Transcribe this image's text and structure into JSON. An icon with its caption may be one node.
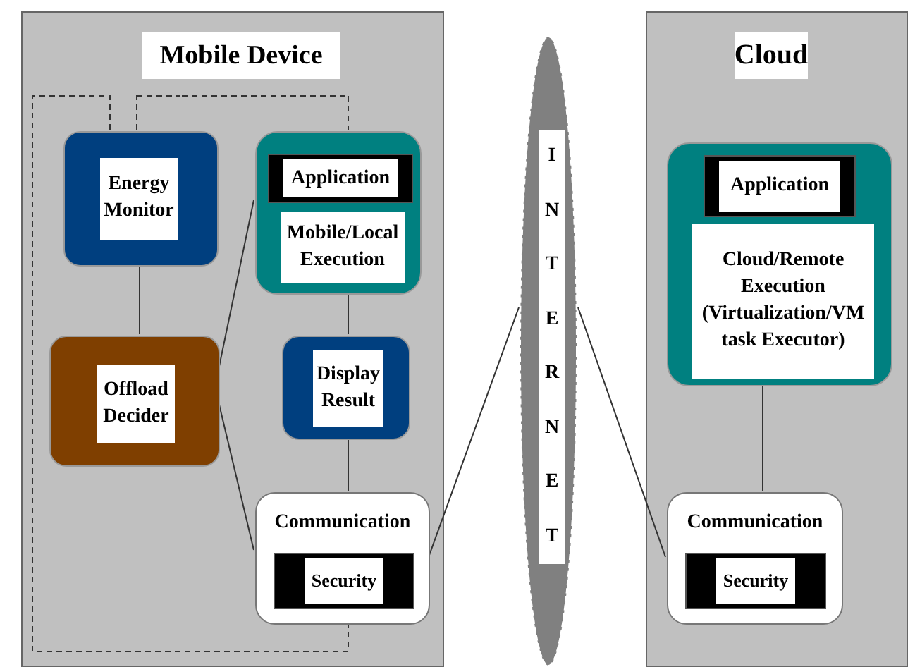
{
  "diagram": {
    "nodes": [
      {
        "text": [
          "Mobile Device"
        ]
      },
      {
        "text": [
          "Energy Monitor"
        ],
        "in": 0
      },
      {
        "text": [
          "Application",
          "Mobile/Local Execution"
        ],
        "in": 0
      },
      {
        "text": [
          "Offload Decider"
        ],
        "in": 0
      },
      {
        "text": [
          "Display Result"
        ],
        "in": 0
      },
      {
        "text": [
          "Communication",
          "Security"
        ],
        "in": 0
      },
      {
        "text": [
          "INTERNET"
        ]
      },
      {
        "text": [
          "Cloud"
        ]
      },
      {
        "text": [
          "Application",
          "Cloud/Remote Execution (Virtualization/VM task Executor)"
        ],
        "in": 7
      },
      {
        "text": [
          "Communication",
          "Security"
        ],
        "in": 7
      }
    ],
    "edges": [
      {
        "from": 1,
        "to": 3,
        "arrow": "none"
      },
      {
        "from": 3,
        "to": 2,
        "arrow": "none"
      },
      {
        "from": 2,
        "to": 4,
        "arrow": "none"
      },
      {
        "from": 4,
        "to": 5,
        "arrow": "none"
      },
      {
        "from": 3,
        "to": 5,
        "arrow": "none"
      },
      {
        "from": 5,
        "to": 6,
        "arrow": "none"
      },
      {
        "from": 6,
        "to": 9,
        "arrow": "none"
      },
      {
        "from": 8,
        "to": 9,
        "arrow": "none"
      },
      {
        "from": 1,
        "to": 2,
        "arrow": "none",
        "style": "dashed"
      },
      {
        "from": 1,
        "to": 5,
        "arrow": "none",
        "style": "dashed"
      }
    ]
  }
}
